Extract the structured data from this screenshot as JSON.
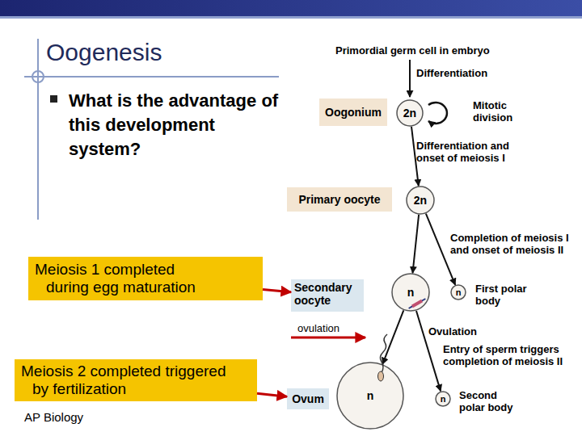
{
  "diagram": {
    "title": "Oogenesis",
    "nodes": [
      {
        "text": [
          "Oogonium"
        ]
      },
      {
        "text": [
          "2n"
        ]
      },
      {
        "text": [
          "Primary oocyte"
        ]
      },
      {
        "text": [
          "2n"
        ]
      },
      {
        "text": [
          "Meiosis 1 completed during egg maturation"
        ]
      },
      {
        "text": [
          "Secondary oocyte"
        ]
      },
      {
        "text": [
          "n"
        ]
      },
      {
        "text": [
          "n"
        ]
      },
      {
        "text": [
          "Meiosis 2 completed triggered by fertilization"
        ]
      },
      {
        "text": [
          "Ovum"
        ]
      },
      {
        "text": [
          "n"
        ]
      },
      {
        "text": [
          "n"
        ]
      }
    ],
    "edges": [
      {
        "from": 1,
        "to": 3,
        "arrow": "to",
        "label": "Differentiation and onset of meiosis I"
      },
      {
        "from": 3,
        "to": 6,
        "arrow": "to",
        "label": "Completion of meiosis I and onset of meiosis II"
      },
      {
        "from": 3,
        "to": 7,
        "arrow": "to"
      },
      {
        "from": 6,
        "to": 10,
        "arrow": "to",
        "label": "Ovulation"
      },
      {
        "from": 6,
        "to": 11,
        "arrow": "to",
        "label": "Entry of sperm triggers completion of meiosis II"
      },
      {
        "from": 4,
        "to": 5,
        "arrow": "to"
      },
      {
        "from": 8,
        "to": 9,
        "arrow": "to"
      }
    ],
    "labels": [
      "What is the advantage of this development system?",
      "Primordial germ cell in embryo",
      "Differentiation",
      "Mitotic division",
      "First polar body",
      "ovulation",
      "Second polar body",
      "AP Biology"
    ]
  }
}
